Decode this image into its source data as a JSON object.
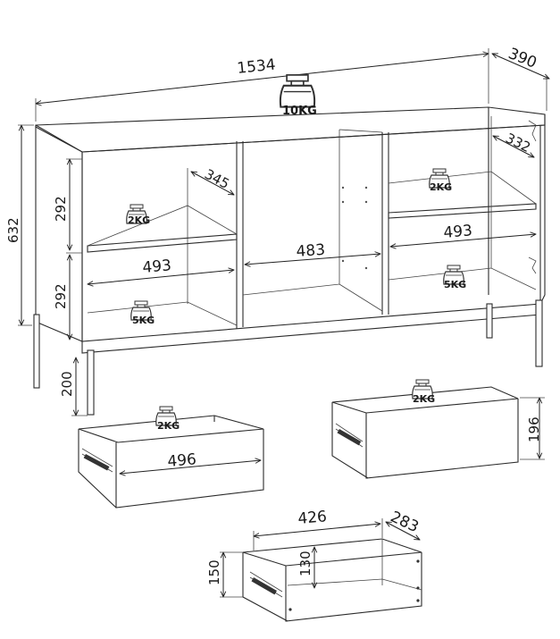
{
  "dimensions": {
    "width": "1534",
    "depth": "390",
    "height": "632",
    "leg_height": "200",
    "compartment_upper": "292",
    "compartment_lower": "292",
    "side_depth_left": "345",
    "side_depth_right": "332",
    "inner_left": "493",
    "inner_middle": "483",
    "inner_right": "493",
    "drawer_left_width": "496",
    "drawer_right_height": "196",
    "drawer_small_width": "426",
    "drawer_small_depth": "283",
    "drawer_small_height": "150",
    "drawer_small_inner_height": "130"
  },
  "weights": {
    "top": "10KG",
    "shelf_left": "2KG",
    "bottom_left": "5KG",
    "shelf_right": "2KG",
    "bottom_right": "5KG",
    "drawer_left": "2KG",
    "drawer_right": "2KG"
  }
}
